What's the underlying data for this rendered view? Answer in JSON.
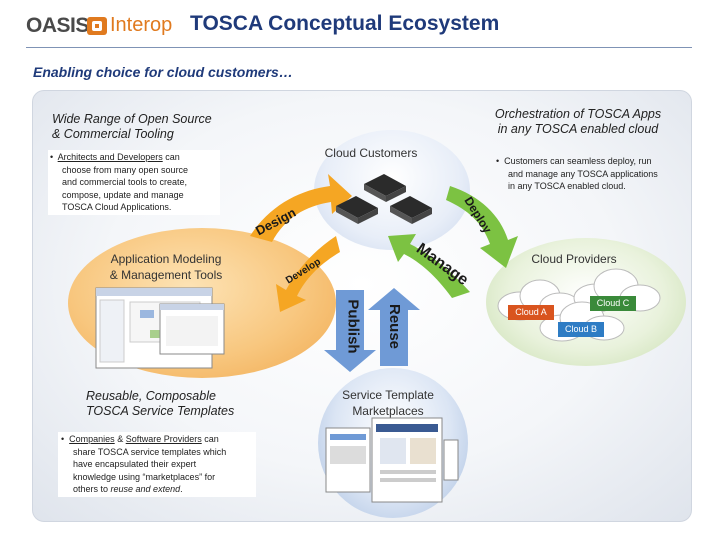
{
  "header": {
    "logo_oasis": "OASIS",
    "logo_interop": "Interop",
    "title": "TOSCA Conceptual Ecosystem",
    "subtitle": "Enabling choice for cloud customers…"
  },
  "tooling": {
    "heading_line1": "Wide Range of Open Source",
    "heading_line2": "& Commercial Tooling",
    "bullet_link": "Architects and Developers",
    "bullet_rest_1": " can",
    "bullet_lines": [
      "choose from many open source",
      "and commercial tools to create,",
      "compose, update and manage",
      "TOSCA Cloud Applications."
    ]
  },
  "orchestration": {
    "heading_line1": "Orchestration of  TOSCA Apps",
    "heading_line2": "in any TOSCA enabled cloud",
    "bullet_lines": [
      "Customers can seamless deploy, run",
      "and manage any TOSCA applications",
      "in any TOSCA enabled cloud."
    ]
  },
  "templates": {
    "heading_line1": "Reusable, Composable",
    "heading_line2": "TOSCA Service Templates",
    "link1": "Companies",
    "amp": " & ",
    "link2": "Software Providers",
    "can": " can",
    "bullet_lines": [
      "share TOSCA service templates which",
      "have encapsulated their expert",
      "knowledge using “marketplaces”  for"
    ],
    "last_line_prefix": "others to ",
    "last_line_italic": "reuse and extend",
    "last_line_suffix": "."
  },
  "ellipses": {
    "cloud_customers": "Cloud Customers",
    "app_modeling_line1": "Application Modeling",
    "app_modeling_line2": "& Management Tools",
    "cloud_providers": "Cloud Providers",
    "marketplace_line1": "Service Template",
    "marketplace_line2": "Marketplaces"
  },
  "clouds": {
    "a": "Cloud A",
    "b": "Cloud B",
    "c": "Cloud C"
  },
  "arrows": {
    "design": "Design",
    "deploy": "Deploy",
    "develop": "Develop",
    "manage": "Manage",
    "publish": "Publish",
    "reuse": "Reuse"
  },
  "colors": {
    "title_blue": "#1f3a7a",
    "arrow_orange": "#f5a623",
    "arrow_green": "#7cc242",
    "arrow_blue": "#6f9ad6",
    "cloud_a": "#d9541e",
    "cloud_b": "#2e7cc4",
    "cloud_c": "#3a8a3a"
  }
}
